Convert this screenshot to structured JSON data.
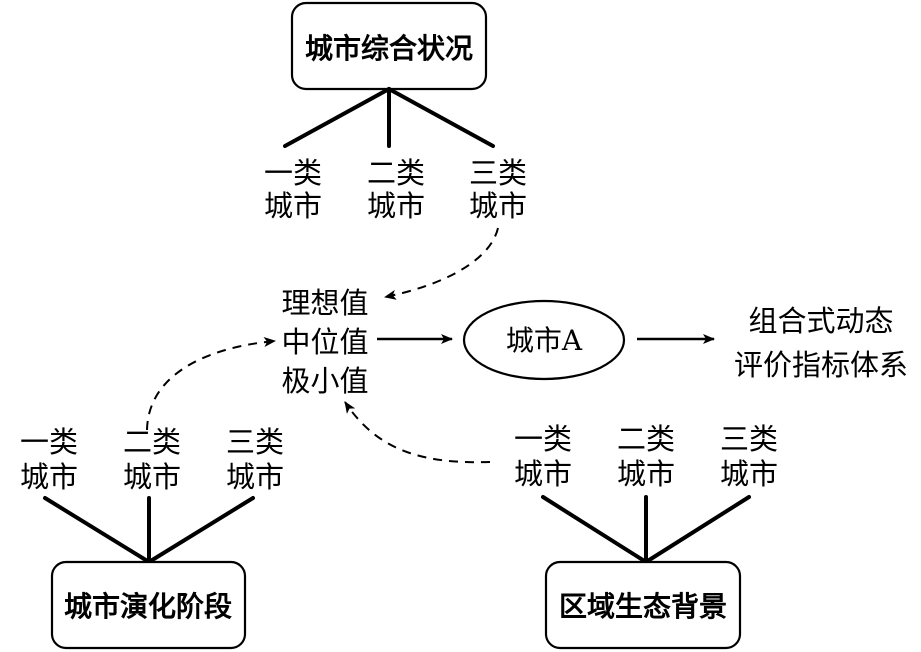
{
  "top_box": {
    "label": "城市综合状况",
    "categories": [
      {
        "line1": "一类",
        "line2": "城市"
      },
      {
        "line1": "二类",
        "line2": "城市"
      },
      {
        "line1": "三类",
        "line2": "城市"
      }
    ]
  },
  "left_box": {
    "label": "城市演化阶段",
    "categories": [
      {
        "line1": "一类",
        "line2": "城市"
      },
      {
        "line1": "二类",
        "line2": "城市"
      },
      {
        "line1": "三类",
        "line2": "城市"
      }
    ]
  },
  "right_box": {
    "label": "区域生态背景",
    "categories": [
      {
        "line1": "一类",
        "line2": "城市"
      },
      {
        "line1": "二类",
        "line2": "城市"
      },
      {
        "line1": "三类",
        "line2": "城市"
      }
    ]
  },
  "values": {
    "ideal": "理想值",
    "median": "中位值",
    "minimum": "极小值"
  },
  "city": {
    "label": "城市A"
  },
  "result": {
    "line1": "组合式动态",
    "line2": "评价指标体系"
  }
}
